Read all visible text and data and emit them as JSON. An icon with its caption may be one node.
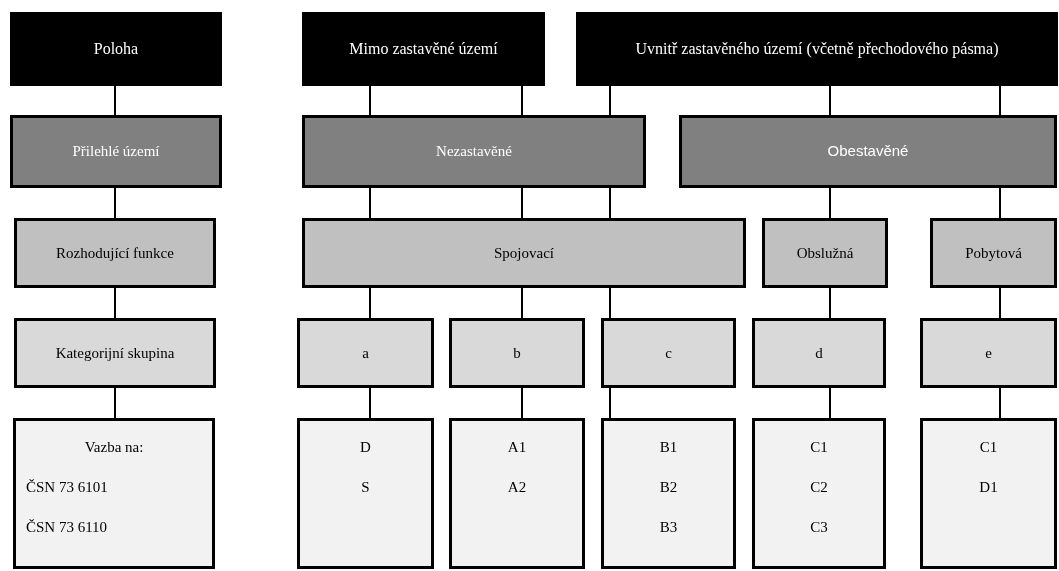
{
  "diagram": {
    "nodes": [
      {
        "text": [
          "Poloha"
        ]
      },
      {
        "text": [
          "Mimo zastavěné území"
        ]
      },
      {
        "text": [
          "Uvnitř zastavěného území (včetně přechodového pásma)"
        ]
      },
      {
        "text": [
          "Přilehlé území"
        ]
      },
      {
        "text": [
          "Nezastavěné"
        ]
      },
      {
        "text": [
          "Obestavěné"
        ]
      },
      {
        "text": [
          "Rozhodující funkce"
        ]
      },
      {
        "text": [
          "Spojovací"
        ]
      },
      {
        "text": [
          "Obslužná"
        ]
      },
      {
        "text": [
          "Pobytová"
        ]
      },
      {
        "text": [
          "Kategorijní skupina"
        ]
      },
      {
        "text": [
          "a"
        ]
      },
      {
        "text": [
          "b"
        ]
      },
      {
        "text": [
          "c"
        ]
      },
      {
        "text": [
          "d"
        ]
      },
      {
        "text": [
          "e"
        ]
      },
      {
        "text": [
          "Vazba na:",
          "ČSN 73 6101",
          "ČSN 73 6110"
        ]
      },
      {
        "text": [
          "D",
          "S"
        ]
      },
      {
        "text": [
          "A1",
          "A2"
        ]
      },
      {
        "text": [
          "B1",
          "B2",
          "B3"
        ]
      },
      {
        "text": [
          "C1",
          "C2",
          "C3"
        ]
      },
      {
        "text": [
          "C1",
          "D1"
        ]
      }
    ],
    "edges": [
      {
        "from": 0,
        "to": 3,
        "arrow": "none"
      },
      {
        "from": 3,
        "to": 6,
        "arrow": "none"
      },
      {
        "from": 6,
        "to": 10,
        "arrow": "none"
      },
      {
        "from": 10,
        "to": 16,
        "arrow": "none"
      },
      {
        "from": 1,
        "to": 4,
        "arrow": "none"
      },
      {
        "from": 1,
        "to": 4,
        "arrow": "none"
      },
      {
        "from": 2,
        "to": 4,
        "arrow": "none"
      },
      {
        "from": 2,
        "to": 5,
        "arrow": "none"
      },
      {
        "from": 2,
        "to": 5,
        "arrow": "none"
      },
      {
        "from": 4,
        "to": 7,
        "arrow": "none"
      },
      {
        "from": 4,
        "to": 7,
        "arrow": "none"
      },
      {
        "from": 4,
        "to": 7,
        "arrow": "none"
      },
      {
        "from": 5,
        "to": 8,
        "arrow": "none"
      },
      {
        "from": 5,
        "to": 9,
        "arrow": "none"
      },
      {
        "from": 7,
        "to": 11,
        "arrow": "none"
      },
      {
        "from": 7,
        "to": 12,
        "arrow": "none"
      },
      {
        "from": 7,
        "to": 13,
        "arrow": "none"
      },
      {
        "from": 8,
        "to": 14,
        "arrow": "none"
      },
      {
        "from": 9,
        "to": 15,
        "arrow": "none"
      },
      {
        "from": 11,
        "to": 17,
        "arrow": "none"
      },
      {
        "from": 12,
        "to": 18,
        "arrow": "none"
      },
      {
        "from": 13,
        "to": 19,
        "arrow": "none"
      },
      {
        "from": 14,
        "to": 20,
        "arrow": "none"
      },
      {
        "from": 15,
        "to": 21,
        "arrow": "none"
      }
    ]
  }
}
